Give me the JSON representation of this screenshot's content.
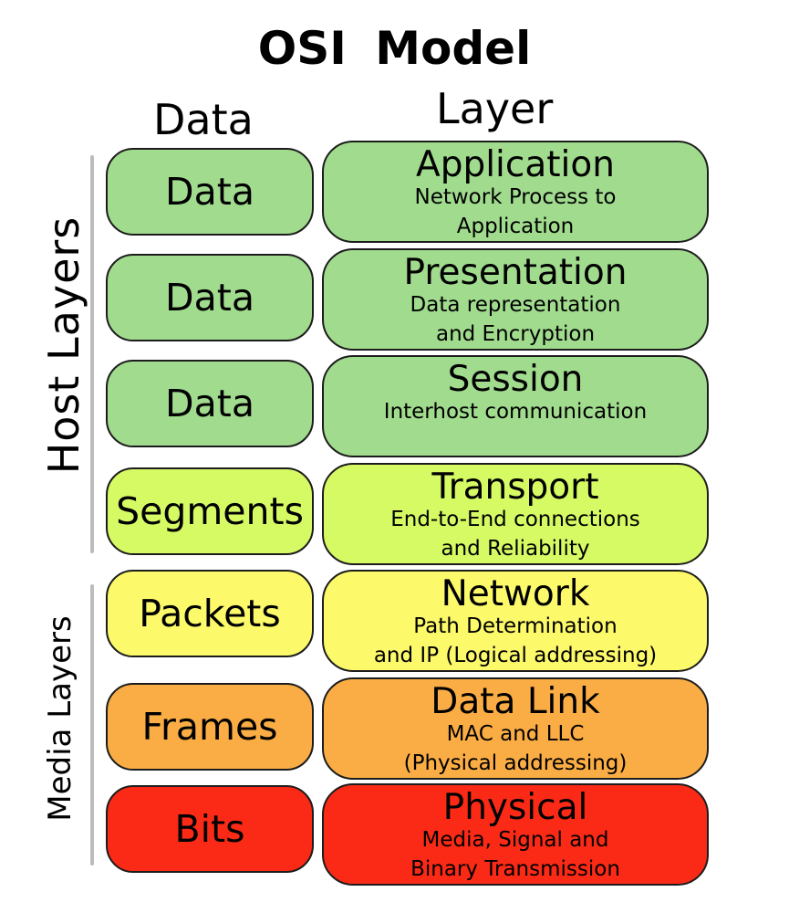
{
  "title": "OSI  Model",
  "columns": {
    "data": "Data",
    "layer": "Layer"
  },
  "groups": {
    "host": "Host Layers",
    "media": "Media Layers"
  },
  "rows": [
    {
      "data": "Data",
      "layer": "Application",
      "desc1": "Network Process to",
      "desc2": "Application",
      "color": "#a1db8e"
    },
    {
      "data": "Data",
      "layer": "Presentation",
      "desc1": "Data representation",
      "desc2": "and Encryption",
      "color": "#a1db8e"
    },
    {
      "data": "Data",
      "layer": "Session",
      "desc1": "Interhost communication",
      "desc2": "",
      "color": "#a1db8e"
    },
    {
      "data": "Segments",
      "layer": "Transport",
      "desc1": "End-to-End connections",
      "desc2": "and Reliability",
      "color": "#d6fa64"
    },
    {
      "data": "Packets",
      "layer": "Network",
      "desc1": "Path Determination",
      "desc2": "and IP (Logical addressing)",
      "color": "#fcf96a"
    },
    {
      "data": "Frames",
      "layer": "Data Link",
      "desc1": "MAC and LLC",
      "desc2": "(Physical addressing)",
      "color": "#fbad45"
    },
    {
      "data": "Bits",
      "layer": "Physical",
      "desc1": "Media, Signal and",
      "desc2": "Binary Transmission",
      "color": "#fb2a17"
    }
  ]
}
